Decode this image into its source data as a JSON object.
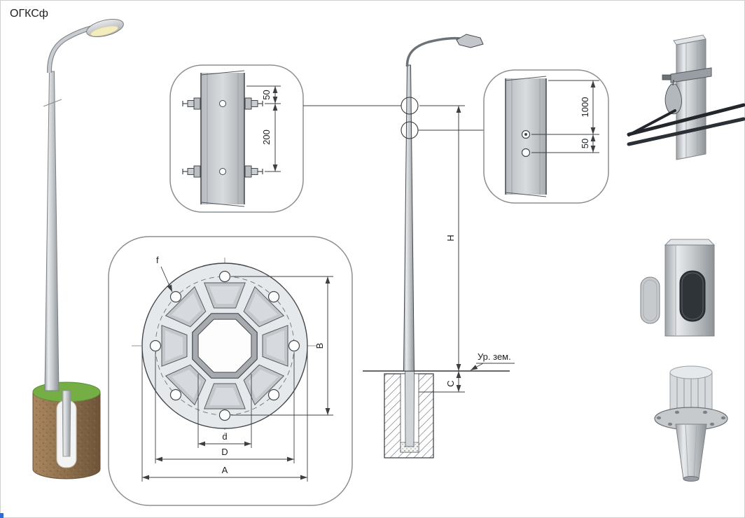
{
  "title": "ОГКСф",
  "detail_top": {
    "dim_offset": "50",
    "dim_spacing": "200"
  },
  "flange_detail": {
    "hole_label": "f",
    "dim_vertical": "B",
    "dim_shaft": "d",
    "dim_bolt_circle": "D",
    "dim_plate": "A"
  },
  "elevation": {
    "dim_height": "H",
    "dim_embed": "C",
    "ground_label": "Ур. зем."
  },
  "detail_side": {
    "dim_length": "1000",
    "dim_offset": "50"
  },
  "colors": {
    "pole": "#c9cdd1",
    "outline": "#3c4044",
    "foundation_brown": "#8d6f4c",
    "grass_green": "#74ae45"
  }
}
